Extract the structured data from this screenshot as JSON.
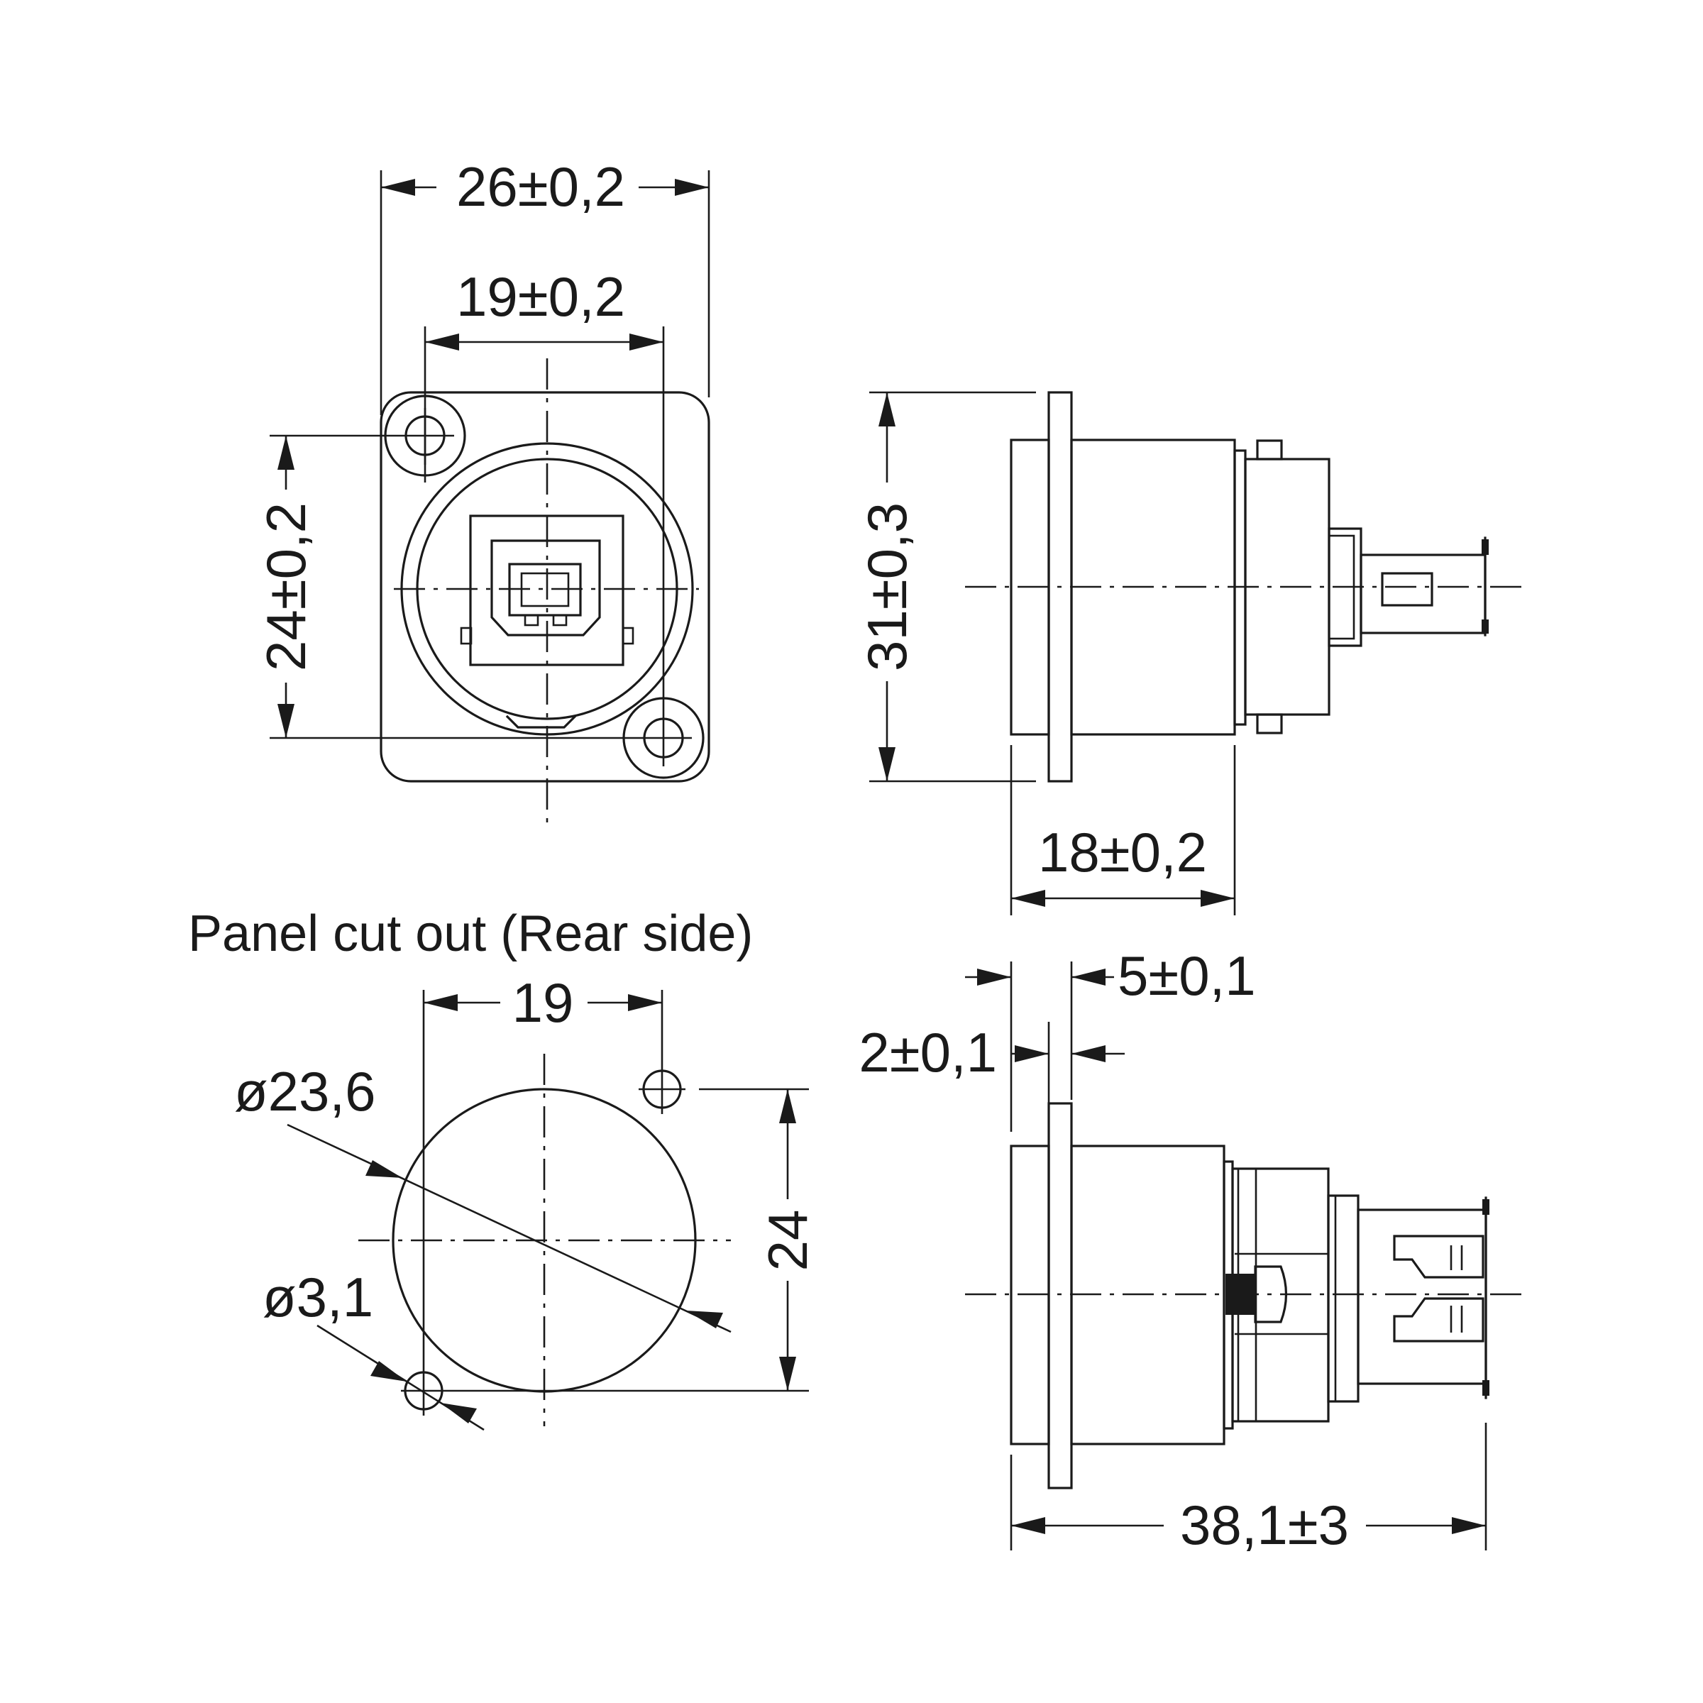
{
  "front_view": {
    "overall_width": "26±0,2",
    "hole_spacing_x": "19±0,2",
    "hole_spacing_y": "24±0,2"
  },
  "side_view_top": {
    "flange_height": "31±0,3",
    "body_depth": "18±0,2"
  },
  "panel_cutout": {
    "caption": "Panel cut out (Rear side)",
    "hole_spacing_x": "19",
    "hole_spacing_y": "24",
    "main_diameter": "ø23,6",
    "hole_diameter": "ø3,1"
  },
  "side_view_bottom": {
    "front_part": "5±0,1",
    "flange_thickness": "2±0,1",
    "overall_length": "38,1±3"
  }
}
